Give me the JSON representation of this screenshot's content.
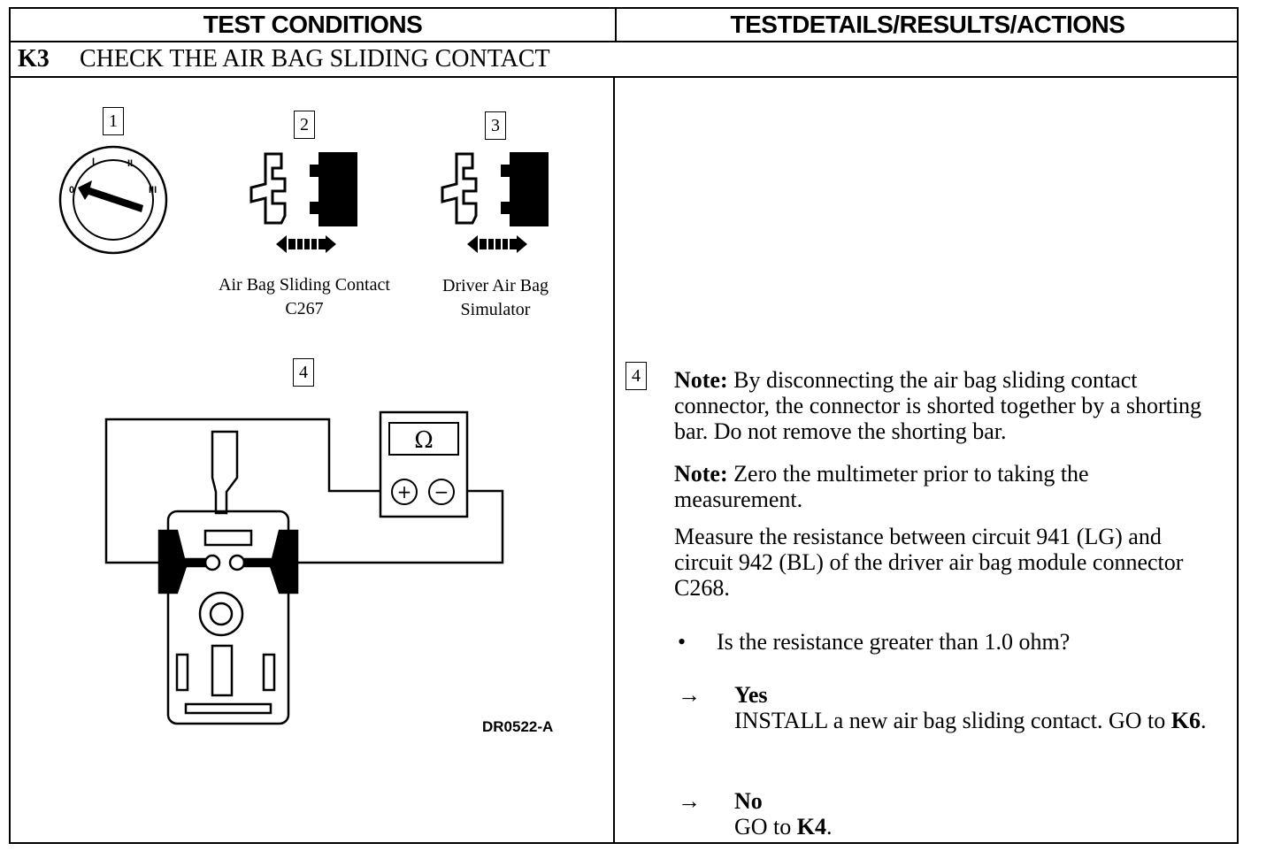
{
  "header": {
    "left_title": "TEST CONDITIONS",
    "right_title": "TESTDETAILS/RESULTS/ACTIONS"
  },
  "step": {
    "code": "K3",
    "title": "CHECK THE AIR BAG SLIDING CONTACT"
  },
  "figures": {
    "n1": "1",
    "n2": "2",
    "n3": "3",
    "n4": "4",
    "ignition_labels": [
      "0",
      "I",
      "II",
      "III"
    ],
    "cap2_line1": "Air Bag Sliding Contact",
    "cap2_line2": "C267",
    "cap3_line1": "Driver Air Bag",
    "cap3_line2": "Simulator",
    "meter_symbol": "Ω",
    "plus": "+",
    "minus": "−",
    "figure_ref": "DR0522-A"
  },
  "details": {
    "step_num": "4",
    "note1_label": "Note:",
    "note1_text": " By disconnecting the air bag sliding contact connector, the connector is shorted together by a shorting bar. Do not remove the shorting bar.",
    "note2_label": "Note:",
    "note2_text": " Zero the multimeter prior to taking the measurement.",
    "measure": "Measure the resistance between circuit 941 (LG) and circuit 942 (BL) of the driver air bag module connector C268.",
    "bullet": "•",
    "question": "Is the resistance greater than 1.0 ohm?",
    "arrow": "→",
    "yes_label": "Yes",
    "yes_text_pre": "INSTALL a new air bag sliding contact. GO to ",
    "yes_ref": "K6",
    "yes_end": ".",
    "no_label": "No",
    "no_text_pre": "GO to ",
    "no_ref": "K4",
    "no_end": "."
  }
}
